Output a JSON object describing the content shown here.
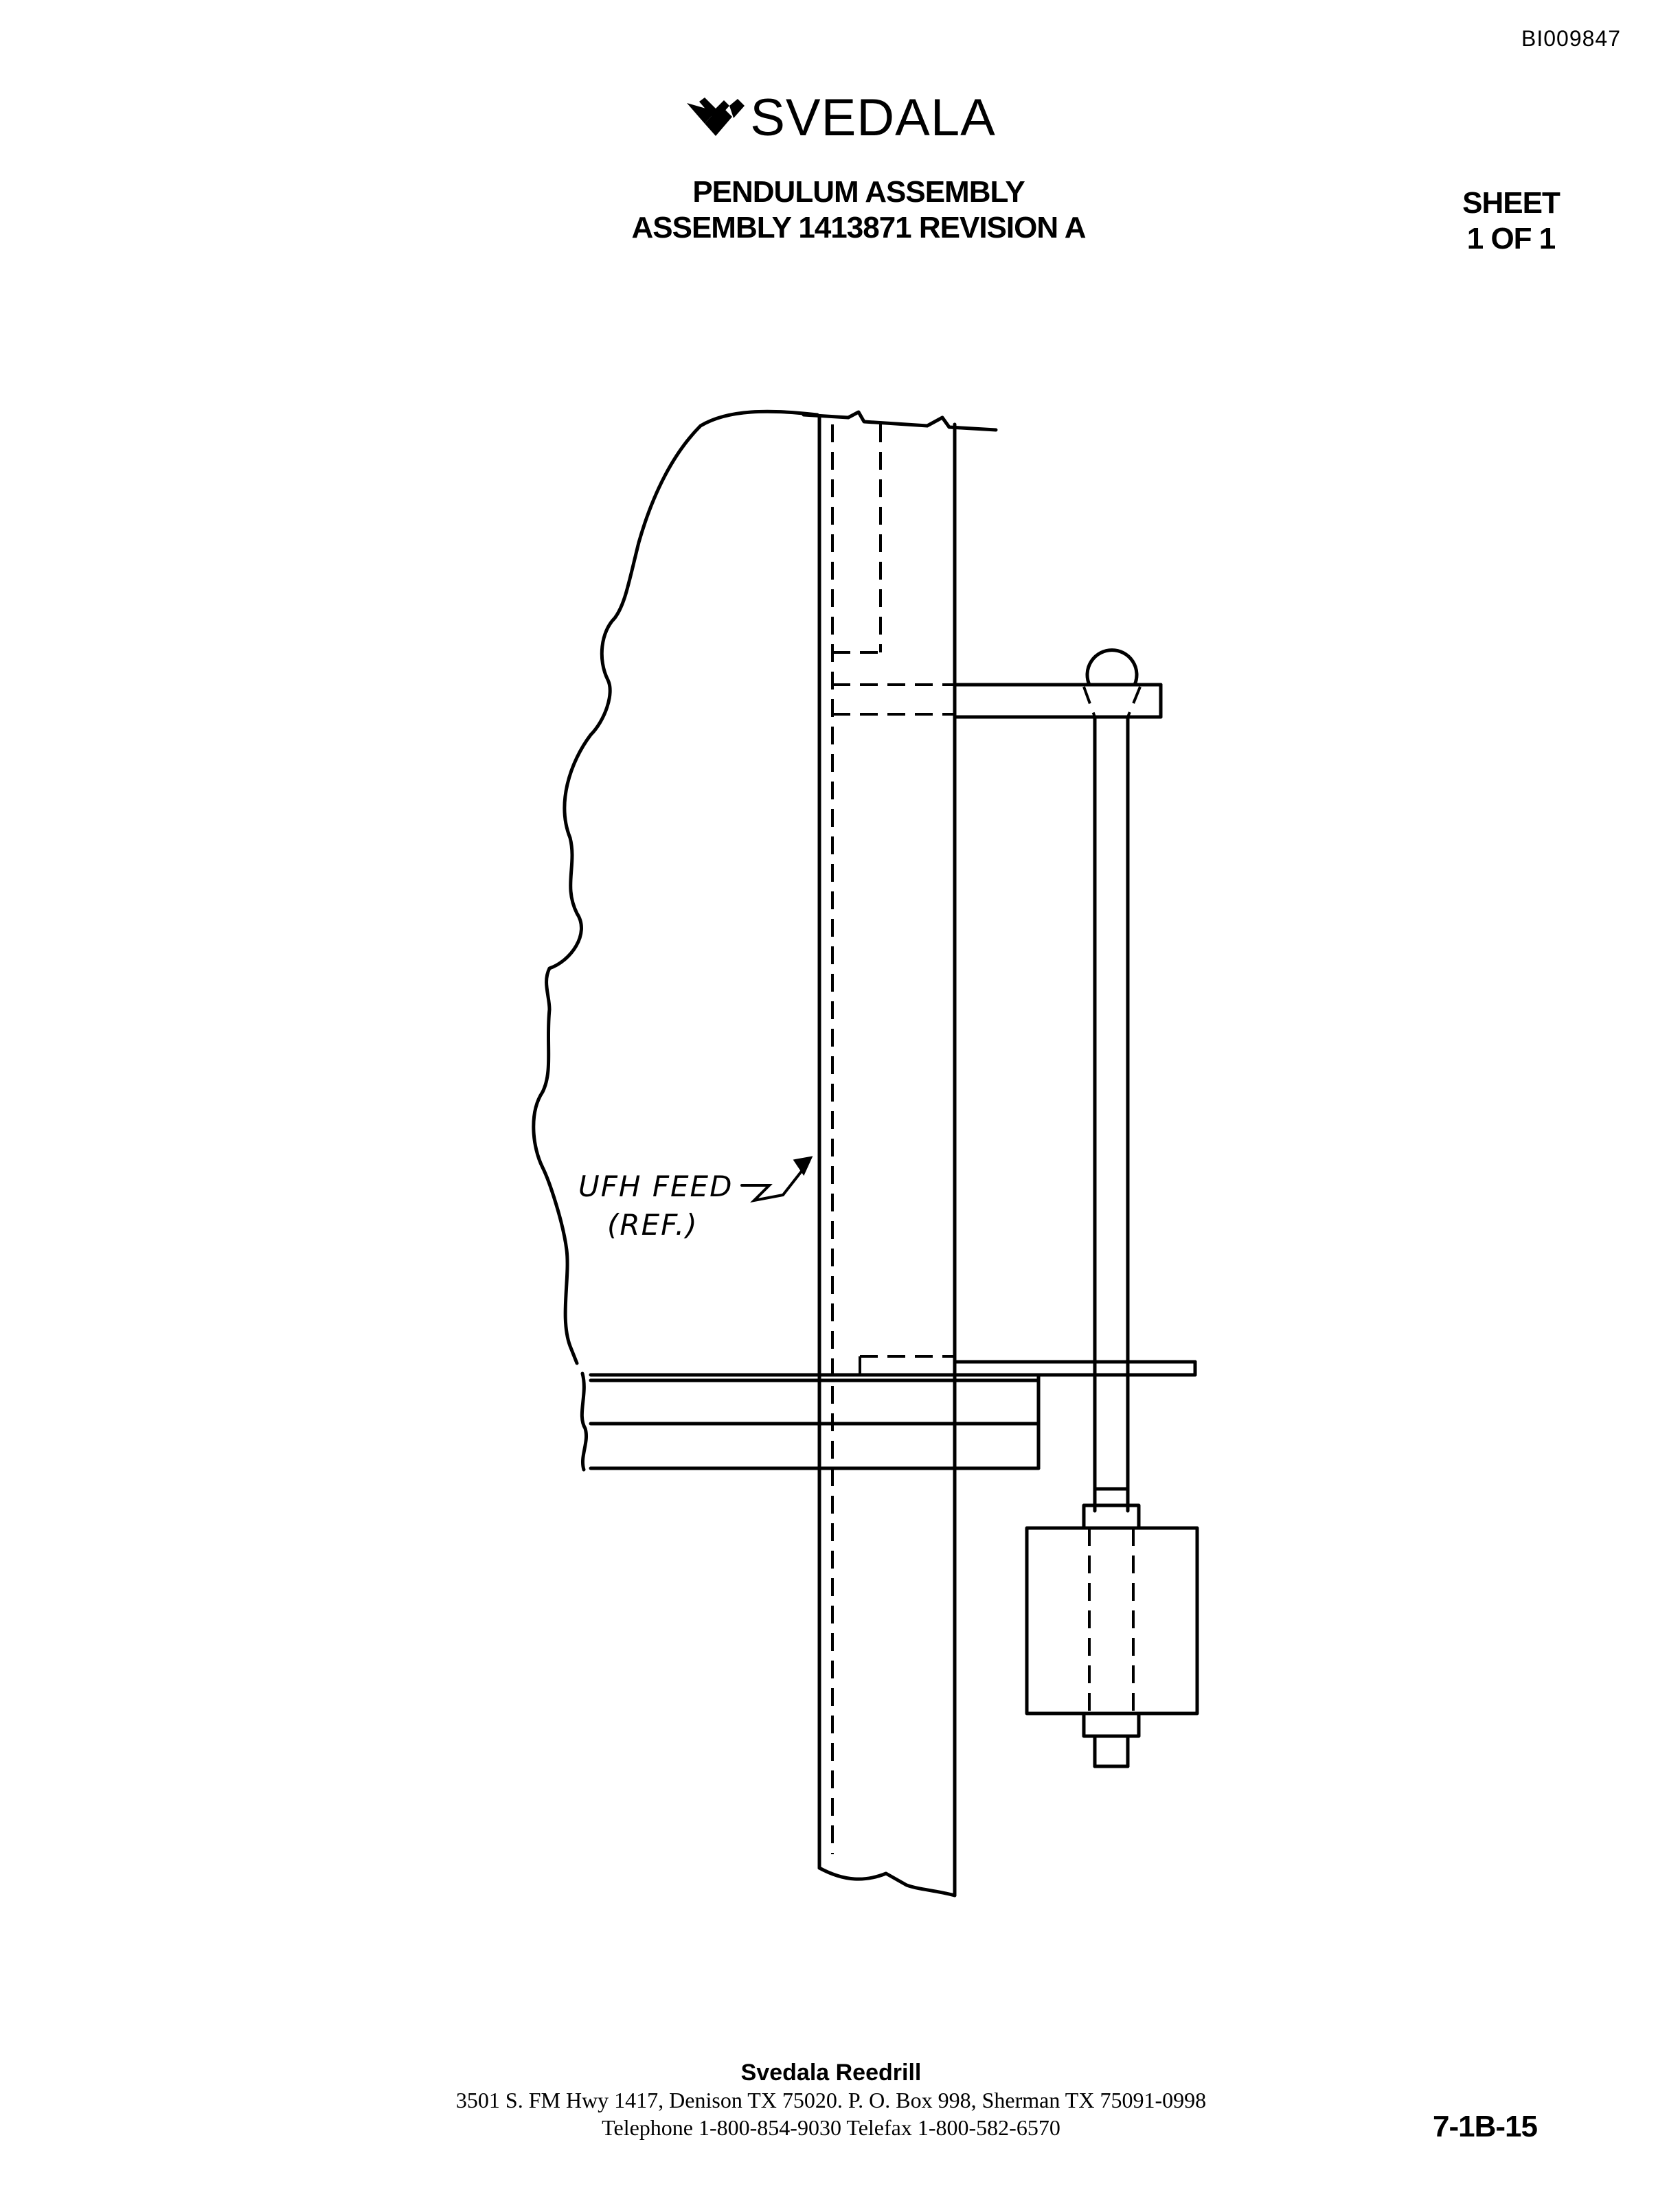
{
  "header": {
    "doc_id": "BI009847",
    "logo_text": "SVEDALA",
    "logo_icon": "svedala-heart-logo-icon",
    "title": "PENDULUM ASSEMBLY",
    "subtitle": "ASSEMBLY 1413871 REVISION A",
    "sheet_label": "SHEET",
    "sheet_value": "1 OF 1"
  },
  "drawing": {
    "annotation_line1": "UFH FEED",
    "annotation_line2": "(REF.)"
  },
  "footer": {
    "company": "Svedala Reedrill",
    "address": "3501 S. FM Hwy 1417, Denison TX  75020.   P. O. Box 998, Sherman TX  75091-0998",
    "phones": "Telephone 1-800-854-9030 Telefax 1-800-582-6570",
    "page_number": "7-1B-15"
  }
}
